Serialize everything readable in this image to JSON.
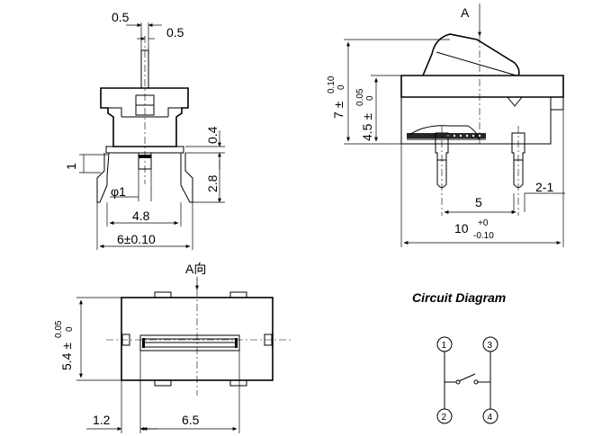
{
  "front_view": {
    "pin_width": "0.5",
    "pin_gap": "0.5",
    "pin_offset": "0.4",
    "step_height": "1",
    "pin_length": "2.8",
    "pin_diameter": "φ1",
    "pin_pitch": "4.8",
    "body_width": "6",
    "body_width_tol": "±0.10"
  },
  "side_view": {
    "view_arrow": "A",
    "total_height": "7",
    "total_height_tol_upper": "0.10",
    "total_height_tol_lower": "0",
    "body_height": "4.5",
    "body_height_tol_upper": "0.05",
    "body_height_tol_lower": "0",
    "terminal_pitch": "5",
    "terminal_note": "2-1",
    "length": "10",
    "length_tol_upper": "+0",
    "length_tol_lower": "-0.10"
  },
  "top_view": {
    "view_label": "A向",
    "width": "5.4",
    "width_tol_upper": "0.05",
    "width_tol_lower": "0",
    "offset": "1.2",
    "slot_length": "6.5"
  },
  "circuit": {
    "title": "Circuit  Diagram",
    "pin1": "1",
    "pin2": "2",
    "pin3": "3",
    "pin4": "4"
  }
}
